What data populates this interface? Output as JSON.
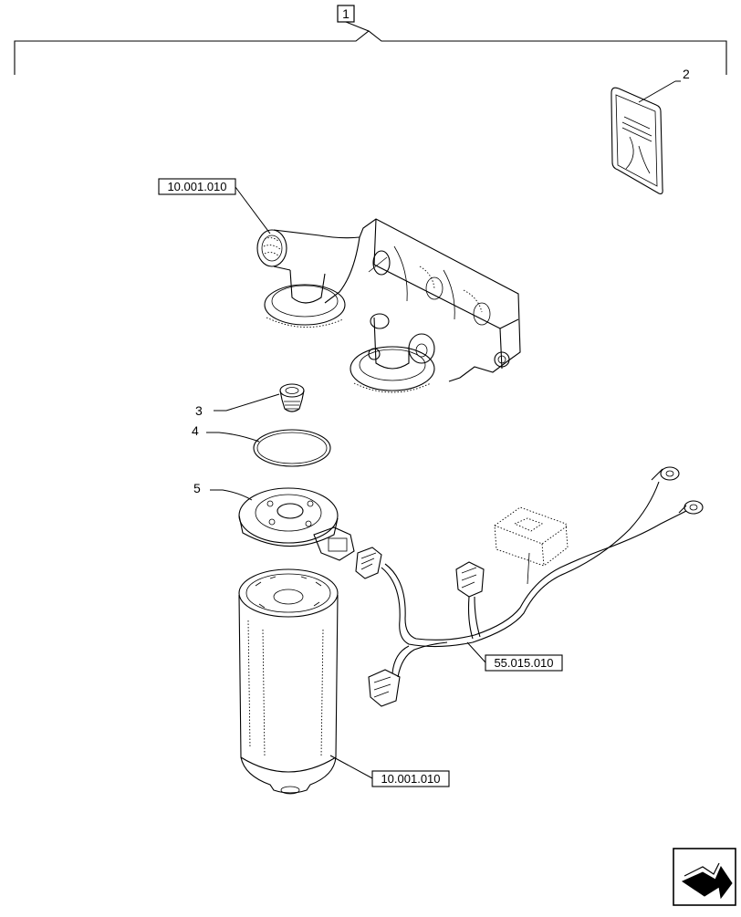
{
  "assembly": {
    "item_number": "1"
  },
  "callouts": [
    {
      "id": "2",
      "label": "2"
    },
    {
      "id": "3",
      "label": "3"
    },
    {
      "id": "4",
      "label": "4"
    },
    {
      "id": "5",
      "label": "5"
    }
  ],
  "references": {
    "filter_head": "10.001.010",
    "filter_cartridge": "10.001.010",
    "wiring_harness": "55.015.010"
  },
  "nav_icon": "next-page-arrow-icon",
  "colors": {
    "line": "#000000",
    "background": "#ffffff"
  }
}
